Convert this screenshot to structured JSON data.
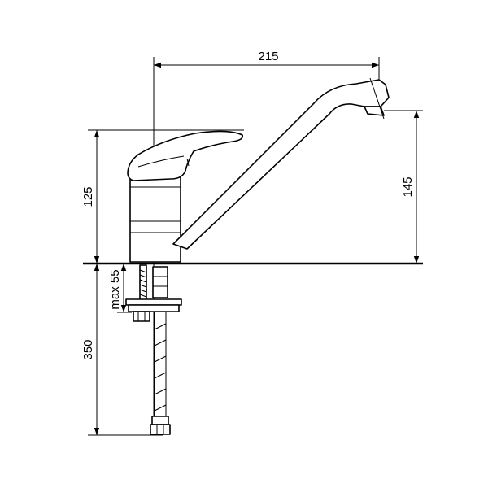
{
  "diagram": {
    "dimensions": {
      "width": "215",
      "body_height": "125",
      "spout_height": "145",
      "mount_max": "max 55",
      "hose_length": "350"
    },
    "colors": {
      "line": "#000000",
      "background": "#ffffff"
    }
  }
}
